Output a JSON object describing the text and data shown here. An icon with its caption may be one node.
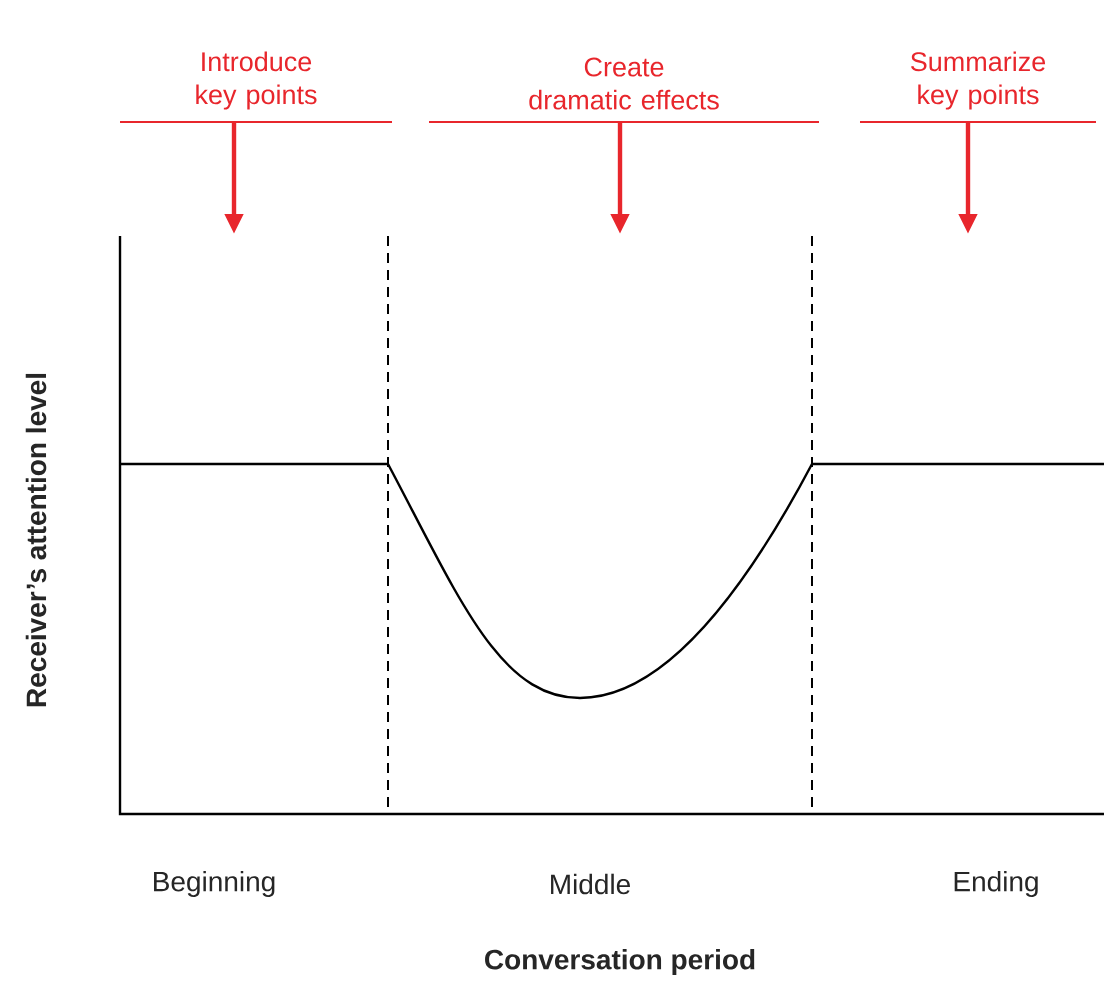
{
  "diagram": {
    "nodes": [
      {
        "text": [
          "Introduce key points"
        ]
      },
      {
        "text": [
          "Create dramatic effects"
        ]
      },
      {
        "text": [
          "Summarize key points"
        ]
      }
    ],
    "edges": [
      {
        "from": 0,
        "to": null,
        "arrow": "to"
      },
      {
        "from": 1,
        "to": null,
        "arrow": "to"
      },
      {
        "from": 2,
        "to": null,
        "arrow": "to"
      }
    ],
    "labels": [
      "Receiver’s attention level",
      "Beginning",
      "Middle",
      "Ending",
      "Conversation period"
    ]
  }
}
